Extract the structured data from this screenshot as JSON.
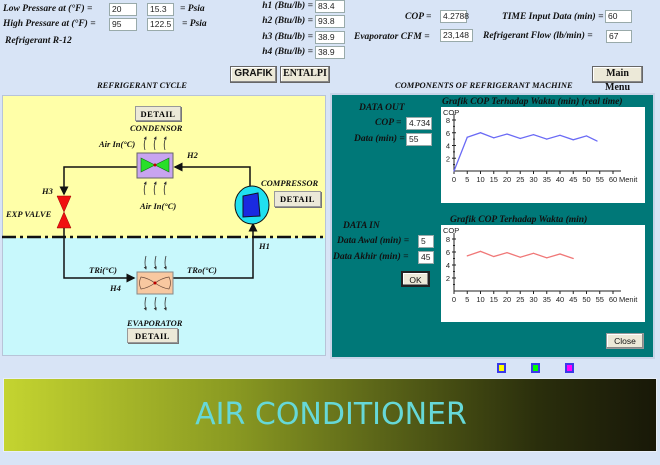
{
  "inputs": {
    "low_label": "Low Pressare at (°F) =",
    "low_temp": "20",
    "low_psia": "15.3",
    "psia_label": "= Psia",
    "high_label": "High Pressare at (°F) =",
    "high_temp": "95",
    "high_psia": "122.5",
    "refrigerant": "Refrigerant R-12",
    "h1_label": "h1 (Btu/lb) =",
    "h1": "83.4",
    "h2_label": "h2 (Btu/lb) =",
    "h2": "93.8",
    "h3_label": "h3 (Btu/lb) =",
    "h3": "38.9",
    "h4_label": "h4 (Btu/lb) =",
    "h4": "38.9",
    "cop_label": "COP =",
    "cop": "4.2788",
    "cfm_label": "Evaporator CFM =",
    "cfm": "23,148",
    "time_label": "TIME Input Data (min) =",
    "time": "60",
    "flow_label": "Refrigerant Flow (lb/min) =",
    "flow": "67"
  },
  "toolbar": {
    "grafik": "GRAFIK",
    "entalpi": "ENTALPI",
    "main_menu": "Main Menu"
  },
  "sections": {
    "cycle": "REFRIGERANT CYCLE",
    "components": "COMPONENTS OF REFRIGERANT MACHINE"
  },
  "diagram": {
    "detail": "DETAIL",
    "condensor": "CONDENSOR",
    "compressor": "COMPRESSOR",
    "evaporator": "EVAPORATOR",
    "exp_valve": "EXP VALVE",
    "air_in": "Air In(°C)",
    "tri": "TRi(°C)",
    "tro": "TRo(°C)",
    "h1": "H1",
    "h2": "H2",
    "h3": "H3",
    "h4": "H4"
  },
  "data_out": {
    "title": "DATA OUT",
    "cop_label": "COP =",
    "cop": "4.734",
    "data_label": "Data (min) =",
    "data": "55"
  },
  "data_in": {
    "title": "DATA IN",
    "awal_label": "Data Awal (min) =",
    "awal": "5",
    "akhir_label": "Data Akhir (min) =",
    "akhir": "45",
    "ok": "OK"
  },
  "close": "Close",
  "banner": "AIR CONDITIONER",
  "swatches": [
    "#ffff00",
    "#00ff00",
    "#ff00ff"
  ],
  "chart_data": [
    {
      "type": "line",
      "title": "Grafik COP Terhadap Wakta (min) (real time)",
      "ylabel": "COP",
      "xlabel": "Menit",
      "xlim": [
        0,
        60
      ],
      "ylim": [
        0,
        8
      ],
      "xticks": [
        0,
        5,
        10,
        15,
        20,
        25,
        30,
        35,
        40,
        45,
        50,
        55,
        60
      ],
      "yticks": [
        2,
        4,
        6,
        8
      ],
      "color": "#6a6af5",
      "x": [
        0,
        5,
        10,
        15,
        20,
        25,
        30,
        35,
        40,
        45,
        50,
        54
      ],
      "y": [
        0,
        5.3,
        6,
        5.2,
        5.8,
        5.1,
        5.7,
        5,
        5.6,
        4.9,
        5.5,
        4.7
      ]
    },
    {
      "type": "line",
      "title": "Grafik COP Terhadap Wakta (min)",
      "ylabel": "COP",
      "xlabel": "Menit",
      "xlim": [
        0,
        60
      ],
      "ylim": [
        0,
        8
      ],
      "xticks": [
        0,
        5,
        10,
        15,
        20,
        25,
        30,
        35,
        40,
        45,
        50,
        55,
        60
      ],
      "yticks": [
        2,
        4,
        6,
        8
      ],
      "color": "#f07878",
      "x": [
        5,
        10,
        15,
        20,
        25,
        30,
        35,
        40,
        45
      ],
      "y": [
        5.4,
        6.1,
        5.3,
        5.9,
        5.2,
        5.8,
        5.1,
        5.7,
        5
      ]
    }
  ]
}
